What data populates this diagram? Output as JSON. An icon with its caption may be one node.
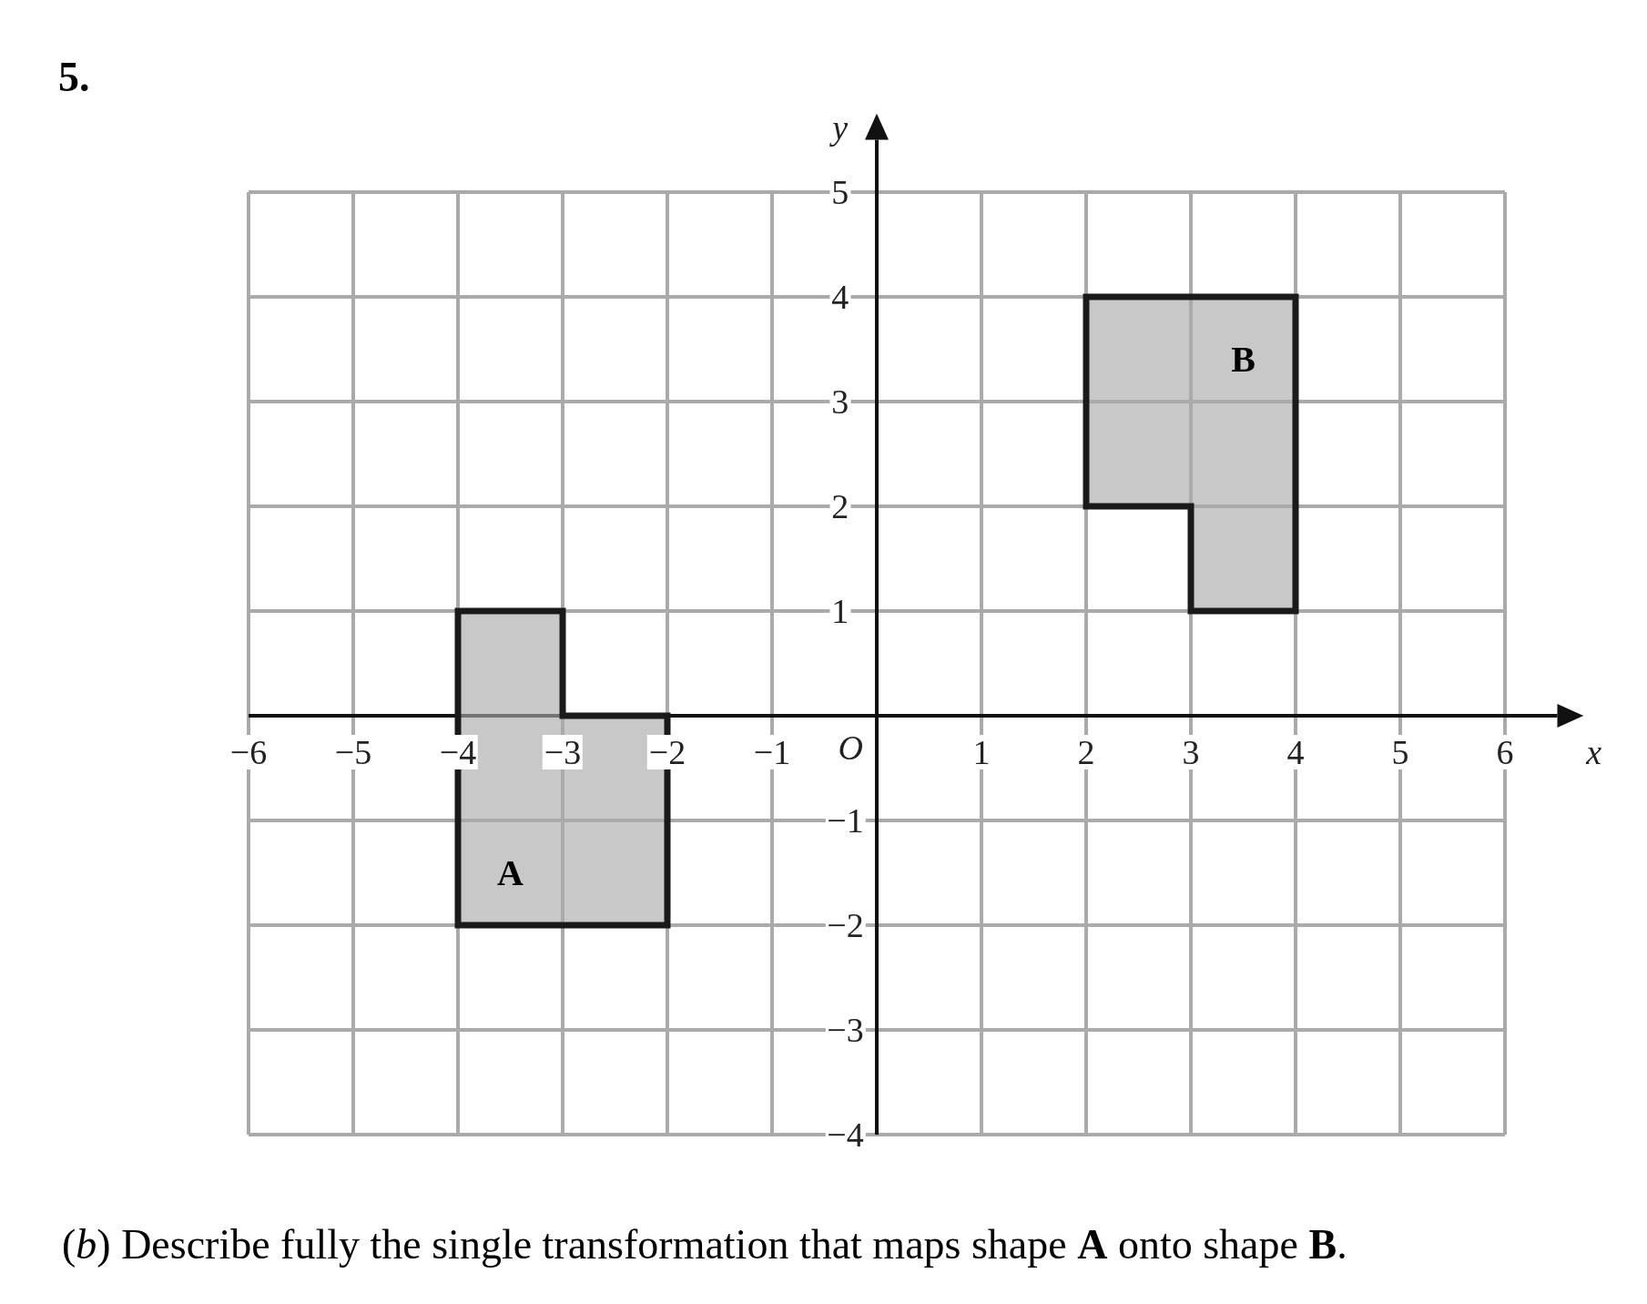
{
  "diagram": {
    "title": "5.",
    "caption": "(*b*) Describe fully the single transformation that maps shape **A** onto shape **B**.",
    "nodes": [
      {
        "text": [
          "A"
        ]
      },
      {
        "text": [
          "B"
        ]
      }
    ],
    "edges": [],
    "labels": [
      "y",
      "5",
      "4",
      "3",
      "2",
      "1",
      "−6",
      "−5",
      "−4",
      "−3",
      "−2",
      "−1",
      "O",
      "1",
      "2",
      "3",
      "4",
      "5",
      "6",
      "x",
      "−1",
      "−2",
      "−3",
      "−4"
    ]
  }
}
